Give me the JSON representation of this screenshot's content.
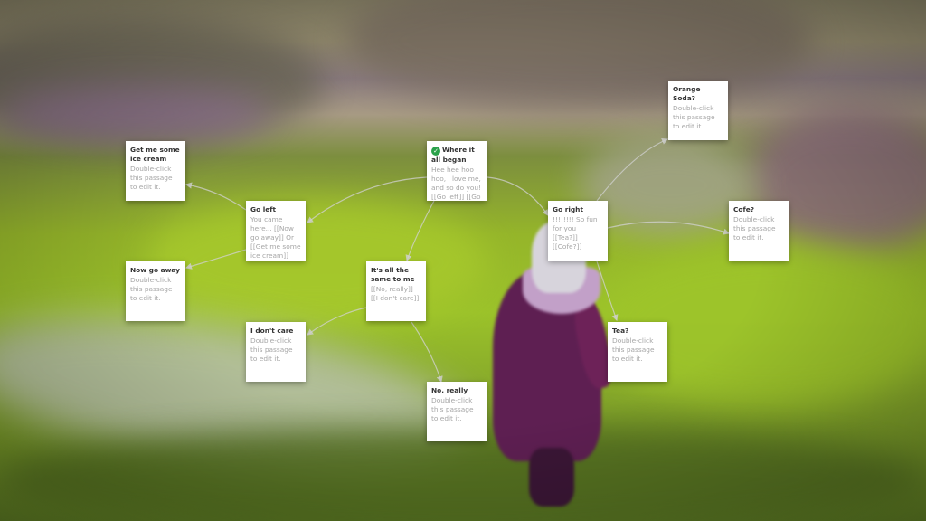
{
  "colors": {
    "start_badge": "#2aa14a",
    "passage_card": "#ffffff",
    "passage_title": "#333333",
    "passage_excerpt": "#a6a6a6",
    "link_line": "#d2d2d2"
  },
  "icons": {
    "start": "check-circle-icon"
  },
  "passages": {
    "ice_cream": {
      "title": "Get me some ice cream",
      "excerpt": "Double-click this passage to edit it."
    },
    "where_it_all_began": {
      "title": "Where it all began",
      "excerpt": "Hee hee hoo hoo, I love me, and so do you! [[Go left]] [[Go right]]",
      "start_icon": "✓"
    },
    "orange_soda": {
      "title": "Orange Soda?",
      "excerpt": "Double-click this passage to edit it."
    },
    "go_left": {
      "title": "Go left",
      "excerpt": "You came here... [[Now go away]] Or [[Get me some ice cream]]"
    },
    "go_right": {
      "title": "Go right",
      "excerpt": "!!!!!!!! So fun for you [[Tea?]] [[Cofe?]]"
    },
    "cofe": {
      "title": "Cofe?",
      "excerpt": "Double-click this passage to edit it."
    },
    "now_go_away": {
      "title": "Now go away",
      "excerpt": "Double-click this passage to edit it."
    },
    "all_the_same": {
      "title": "It's all the same to me",
      "excerpt": "[[No, really]] [[I don't care]]"
    },
    "i_dont_care": {
      "title": "I don't care",
      "excerpt": "Double-click this passage to edit it."
    },
    "tea": {
      "title": "Tea?",
      "excerpt": "Double-click this passage to edit it."
    },
    "no_really": {
      "title": "No, really",
      "excerpt": "Double-click this passage to edit it."
    }
  }
}
